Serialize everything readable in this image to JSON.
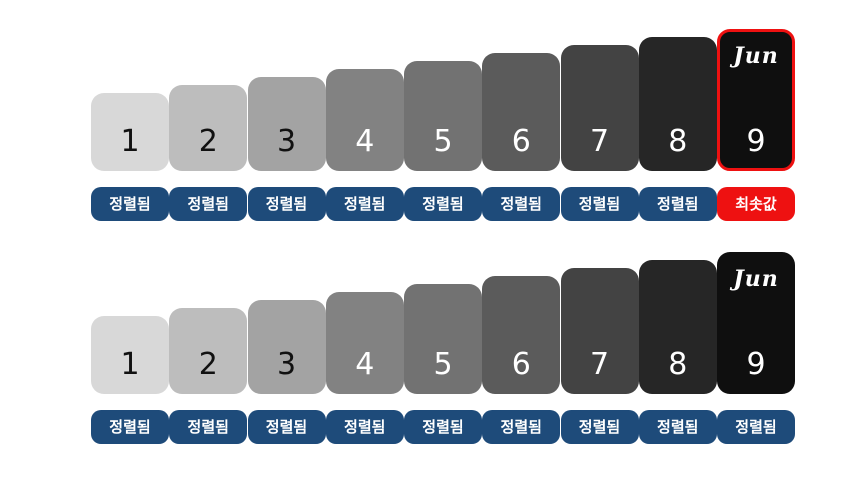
{
  "colors": {
    "card_fills": [
      "#d8d8d8",
      "#bdbdbd",
      "#a3a3a3",
      "#828282",
      "#727272",
      "#5b5b5b",
      "#434343",
      "#262626",
      "#0f0f0f"
    ],
    "card_text": [
      "#111111",
      "#111111",
      "#111111",
      "#ffffff",
      "#ffffff",
      "#ffffff",
      "#ffffff",
      "#ffffff",
      "#ffffff"
    ],
    "sorted_badge": "#1e4b7a",
    "highlight": "#ee1111"
  },
  "rows": [
    {
      "cards": [
        {
          "number": "1"
        },
        {
          "number": "2"
        },
        {
          "number": "3"
        },
        {
          "number": "4"
        },
        {
          "number": "5"
        },
        {
          "number": "6"
        },
        {
          "number": "7"
        },
        {
          "number": "8"
        },
        {
          "number": "9",
          "name": "Jun",
          "highlighted": true
        }
      ],
      "badges": [
        {
          "label": "정렬됨",
          "kind": "sorted"
        },
        {
          "label": "정렬됨",
          "kind": "sorted"
        },
        {
          "label": "정렬됨",
          "kind": "sorted"
        },
        {
          "label": "정렬됨",
          "kind": "sorted"
        },
        {
          "label": "정렬됨",
          "kind": "sorted"
        },
        {
          "label": "정렬됨",
          "kind": "sorted"
        },
        {
          "label": "정렬됨",
          "kind": "sorted"
        },
        {
          "label": "정렬됨",
          "kind": "sorted"
        },
        {
          "label": "최솟값",
          "kind": "minimum"
        }
      ]
    },
    {
      "cards": [
        {
          "number": "1"
        },
        {
          "number": "2"
        },
        {
          "number": "3"
        },
        {
          "number": "4"
        },
        {
          "number": "5"
        },
        {
          "number": "6"
        },
        {
          "number": "7"
        },
        {
          "number": "8"
        },
        {
          "number": "9",
          "name": "Jun"
        }
      ],
      "badges": [
        {
          "label": "정렬됨",
          "kind": "sorted"
        },
        {
          "label": "정렬됨",
          "kind": "sorted"
        },
        {
          "label": "정렬됨",
          "kind": "sorted"
        },
        {
          "label": "정렬됨",
          "kind": "sorted"
        },
        {
          "label": "정렬됨",
          "kind": "sorted"
        },
        {
          "label": "정렬됨",
          "kind": "sorted"
        },
        {
          "label": "정렬됨",
          "kind": "sorted"
        },
        {
          "label": "정렬됨",
          "kind": "sorted"
        },
        {
          "label": "정렬됨",
          "kind": "sorted"
        }
      ]
    }
  ]
}
